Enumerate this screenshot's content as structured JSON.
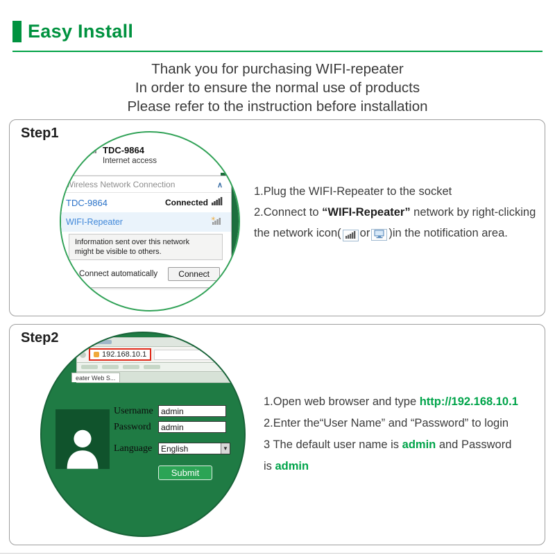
{
  "header": {
    "title": "Easy Install"
  },
  "intro": {
    "lines": [
      "Thank you for purchasing WIFI-repeater",
      "In order to ensure the normal use of products",
      "Please refer to the instruction before installation"
    ]
  },
  "step1": {
    "label": "Step1",
    "network_flyout": {
      "ssid": "TDC-9864",
      "ssid_status": "Internet access",
      "panel_title": "Wireless Network Connection",
      "row1": {
        "name": "TDC-9864",
        "status": "Connected"
      },
      "row2": {
        "name": "WIFI-Repeater"
      },
      "tooltip_line1": "Information sent over this network",
      "tooltip_line2": "might be visible to others.",
      "checkbox_label": "Connect automatically",
      "connect_button": "Connect"
    },
    "instructions": {
      "line1": "1.Plug the WIFI-Repeater to the socket",
      "line2_prefix": "2.Connect to ",
      "line2_bold": "“WIFI-Repeater”",
      "line2_suffix": " network by right-clicking",
      "line3_prefix": "the network icon(",
      "line3_or": "or",
      "line3_suffix": ")in the notification area."
    }
  },
  "step2": {
    "label": "Step2",
    "browser": {
      "address": "192.168.10.1",
      "tab": "eater Web S..."
    },
    "login": {
      "username_label": "Username",
      "username_value": "admin",
      "password_label": "Password",
      "password_value": "admin",
      "language_label": "Language",
      "language_value": "English",
      "submit": "Submit"
    },
    "instructions": {
      "line1_prefix": "1.Open web browser and type ",
      "line1_url": "http://192.168.10.1",
      "line2": "2.Enter the“User Name” and “Password” to login",
      "line3_prefix": "3 The default user name is ",
      "line3_admin": "admin",
      "line3_suffix": " and Password",
      "line4_prefix": "is ",
      "line4_admin": "admin"
    }
  },
  "colors": {
    "accent_green": "#00923f",
    "circle_dark_green": "#1f7b44",
    "link_green": "#00a44a",
    "highlight_red": "#e02a1a",
    "network_link_blue": "#3f87d9"
  }
}
